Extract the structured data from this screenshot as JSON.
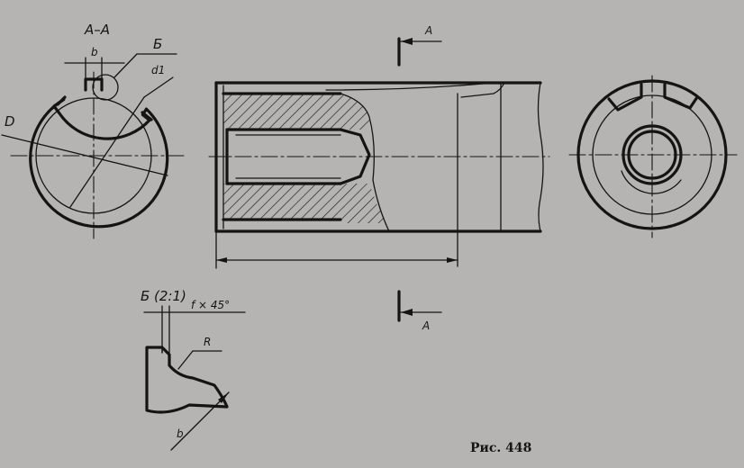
{
  "labels": {
    "section": "A–A",
    "dim_b_top": "b",
    "detail_letter": "Б",
    "dim_d1": "d1",
    "dim_D": "D",
    "cut_top": "A",
    "cut_bottom": "A",
    "detail_title": "Б (2:1)",
    "chamfer": "f × 45°",
    "radius": "R",
    "dim_b_detail": "b"
  },
  "caption": "Рис. 448"
}
